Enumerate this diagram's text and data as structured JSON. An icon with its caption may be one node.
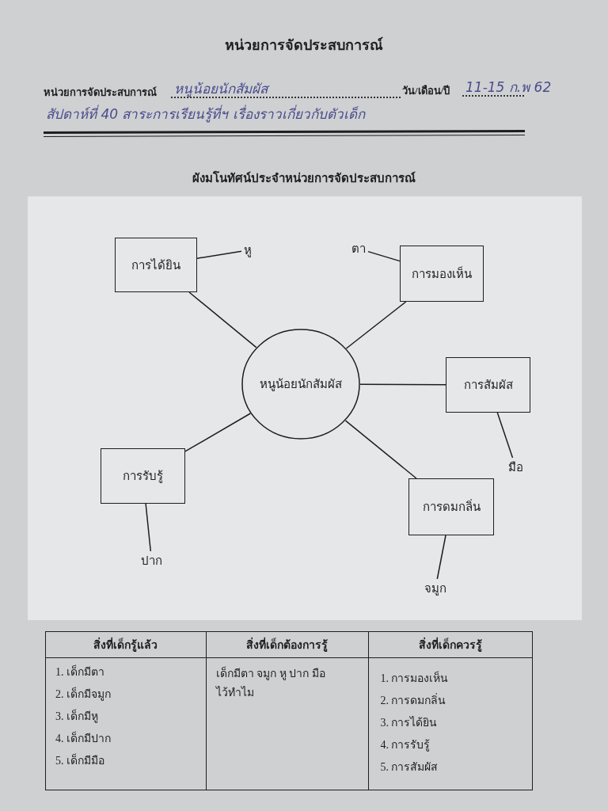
{
  "diagram": {
    "title": "หน่วยการจัดประสบการณ์",
    "nodes": [
      {
        "text": [
          "การได้ยิน"
        ]
      },
      {
        "text": [
          "หู"
        ]
      },
      {
        "text": [
          "ตา"
        ]
      },
      {
        "text": [
          "การมองเห็น"
        ]
      },
      {
        "text": [
          "หนูน้อยนักสัมผัส"
        ]
      },
      {
        "text": [
          "การสัมผัส"
        ]
      },
      {
        "text": [
          "การรับรู้"
        ]
      },
      {
        "text": [
          "มือ"
        ]
      },
      {
        "text": [
          "การดมกลิ่น"
        ]
      },
      {
        "text": [
          "ปาก"
        ]
      },
      {
        "text": [
          "จมูก"
        ]
      }
    ],
    "edges": [
      {
        "from": 4,
        "to": 0,
        "arrow": "none"
      },
      {
        "from": 4,
        "to": 3,
        "arrow": "none"
      },
      {
        "from": 4,
        "to": 5,
        "arrow": "none"
      },
      {
        "from": 4,
        "to": 6,
        "arrow": "none"
      },
      {
        "from": 4,
        "to": 8,
        "arrow": "none"
      },
      {
        "from": 0,
        "to": 1,
        "arrow": "none"
      },
      {
        "from": 3,
        "to": 2,
        "arrow": "none"
      },
      {
        "from": 5,
        "to": 7,
        "arrow": "none"
      },
      {
        "from": 6,
        "to": 9,
        "arrow": "none"
      },
      {
        "from": 8,
        "to": 10,
        "arrow": "none"
      }
    ],
    "labels": [
      "หน่วยการจัดประสบการณ์",
      "หนูน้อยนักสัมผัส",
      "วัน/เดือน/ปี",
      "11-15 ก.พ 62",
      "สัปดาห์ที่ 40 สาระการเรียนรู้ที่ฯ เรื่องราวเกี่ยวกับตัวเด็ก",
      "ผังมโนทัศน์ประจำหน่วยการจัดประสบการณ์",
      "สิ่งที่เด็กรู้แล้ว",
      "สิ่งที่เด็กต้องการรู้",
      "สิ่งที่เด็กควรรู้",
      "1. เด็กมีตา",
      "2. เด็กมีจมูก",
      "3. เด็กมีหู",
      "4. เด็กมีปาก",
      "5. เด็กมีมือ",
      "เด็กมีตา จมูก หู ปาก มือ ไว้ทำไม",
      "1. การมองเห็น",
      "2. การดมกลิ่น",
      "3. การได้ยิน",
      "4. การรับรู้",
      "5. การสัมผัส"
    ]
  }
}
